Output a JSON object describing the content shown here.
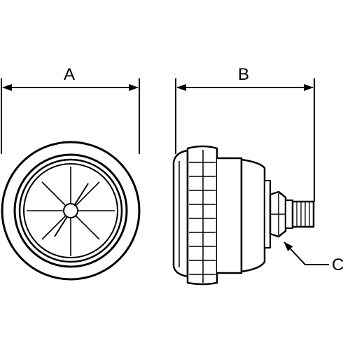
{
  "labels": {
    "a": "A",
    "b": "B",
    "c": "C"
  },
  "colors": {
    "stroke": "#000000",
    "background": "#ffffff"
  }
}
